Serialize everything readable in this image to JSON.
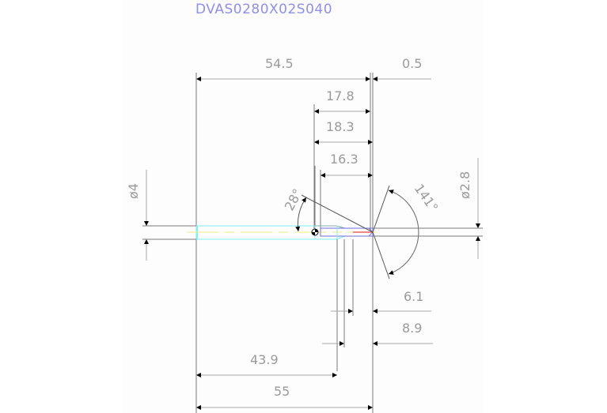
{
  "drawing": {
    "title": "DVAS0280X02S040",
    "colors": {
      "title": "#8f8ff0",
      "dimension_text": "#9a9a9a",
      "body_outline": "#7ff0f0",
      "centerline": "#f0f080",
      "tip_outline": "#7070e0",
      "red_segment": "#f06060"
    },
    "dimensions": {
      "overall_length_top": "54.5",
      "tip_offset": "0.5",
      "flute_len_1": "17.8",
      "flute_len_2": "18.3",
      "flute_len_3": "16.3",
      "shank_diameter": "ø4",
      "tip_diameter": "ø2.8",
      "point_angle": "141°",
      "chamfer_angle": "28°",
      "step_1": "6.1",
      "step_2": "8.9",
      "shank_length": "43.9",
      "overall_length": "55"
    }
  }
}
